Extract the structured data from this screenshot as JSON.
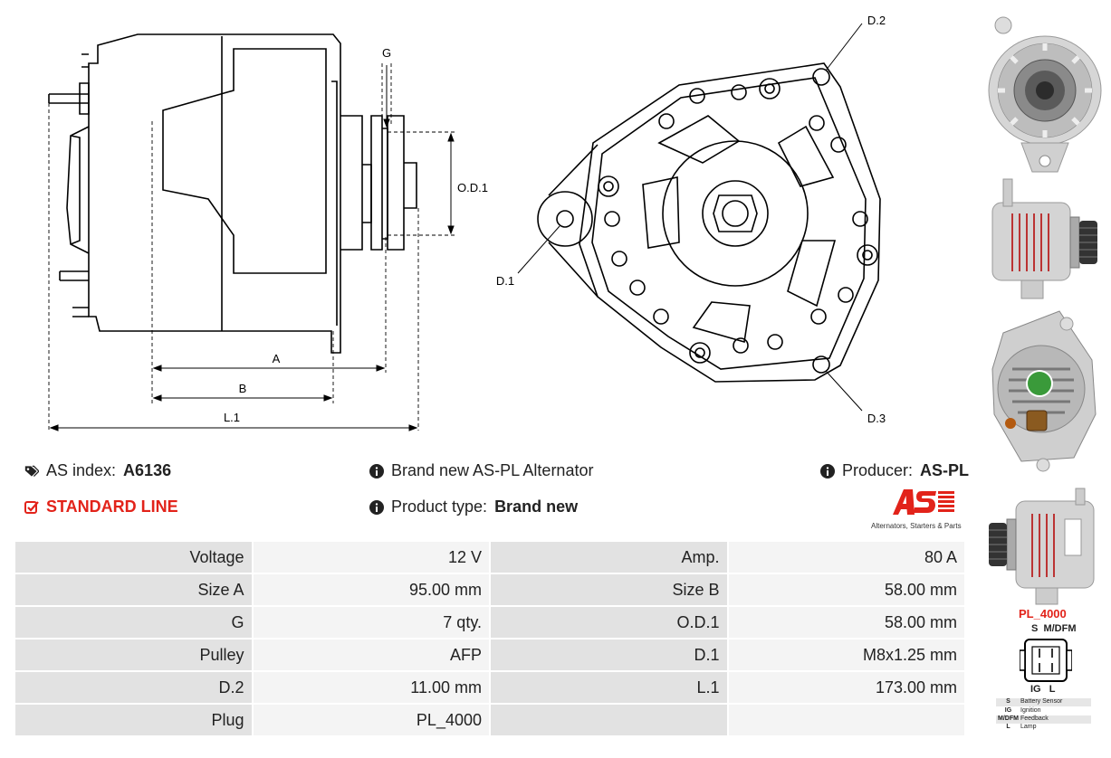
{
  "drawing": {
    "labels": {
      "g": "G",
      "od1": "O.D.1",
      "a": "A",
      "b": "B",
      "l1": "L.1",
      "d1": "D.1",
      "d2": "D.2",
      "d3": "D.3"
    }
  },
  "info": {
    "as_index_label": "AS index:",
    "as_index_value": "A6136",
    "standard_line": "STANDARD LINE",
    "description": "Brand new AS-PL Alternator",
    "product_type_label": "Product type:",
    "product_type_value": "Brand new",
    "producer_label": "Producer:",
    "producer_value": "AS-PL",
    "logo_tagline": "Alternators, Starters & Parts"
  },
  "specs": [
    [
      "Voltage",
      "12 V",
      "Amp.",
      "80 A"
    ],
    [
      "Size A",
      "95.00 mm",
      "Size B",
      "58.00 mm"
    ],
    [
      "G",
      "7 qty.",
      "O.D.1",
      "58.00 mm"
    ],
    [
      "Pulley",
      "AFP",
      "D.1",
      "M8x1.25 mm"
    ],
    [
      "D.2",
      "11.00 mm",
      "L.1",
      "173.00 mm"
    ],
    [
      "Plug",
      "PL_4000",
      "",
      ""
    ]
  ],
  "plug": {
    "name": "PL_4000",
    "top_pins": "S  M/DFM",
    "bottom_pins": "IG   L",
    "legend": [
      [
        "S",
        "Battery Sensor"
      ],
      [
        "IG",
        "Ignition"
      ],
      [
        "M/DFM",
        "Feedback"
      ],
      [
        "L",
        "Lamp"
      ]
    ]
  },
  "colors": {
    "accent": "#e2231a",
    "key_cell": "#e2e2e2",
    "value_cell": "#f4f4f4"
  }
}
